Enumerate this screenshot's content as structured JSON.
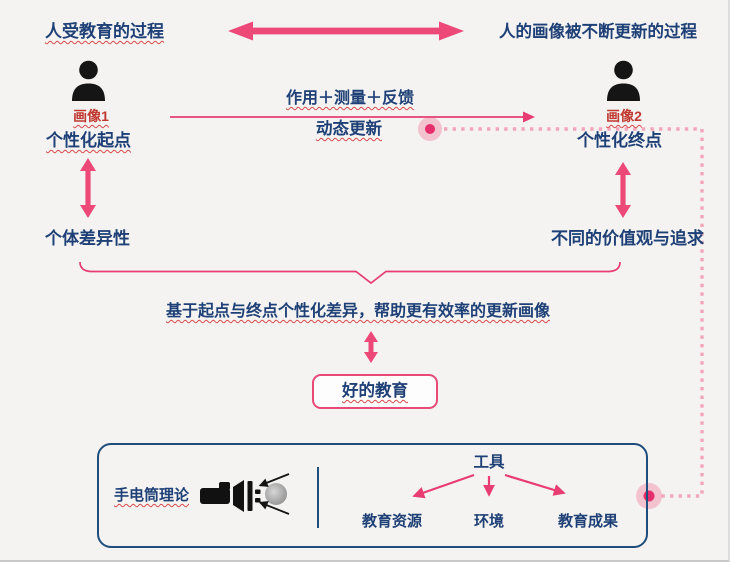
{
  "colors": {
    "background": "#f4f3f2",
    "dark_blue_text": "#1e4076",
    "pink_arrow": "#ec4878",
    "pink_line": "#e73d72",
    "dotted_pink": "#f3a6ba",
    "dot_pink": "#e62e6d",
    "red_label": "#c13a32",
    "wavy_underline_red": "#d84a4a",
    "panel_border_blue": "#1f4e7c"
  },
  "top": {
    "left_title": "人受教育的过程",
    "right_title": "人的画像被不断更新的过程"
  },
  "left_column": {
    "portrait_label": "画像1",
    "start_label": "个性化起点",
    "trait_label": "个体差异性"
  },
  "right_column": {
    "portrait_label": "画像2",
    "end_label": "个性化终点",
    "trait_label": "不同的价值观与追求"
  },
  "center_flow": {
    "arrow_top_label": "作用＋测量＋反馈",
    "arrow_bottom_label": "动态更新"
  },
  "summary": {
    "text": "基于起点与终点个性化差异，帮助更有效率的更新画像",
    "conclusion": "好的教育"
  },
  "bottom_panel": {
    "theory_label": "手电筒理论",
    "tools_title": "工具",
    "tools": [
      "教育资源",
      "环境",
      "教育成果"
    ]
  },
  "icons": {
    "left_person": "person-icon",
    "right_person": "person-icon",
    "flashlight": "flashlight-icon",
    "feedback_dots": "dot-marker"
  }
}
